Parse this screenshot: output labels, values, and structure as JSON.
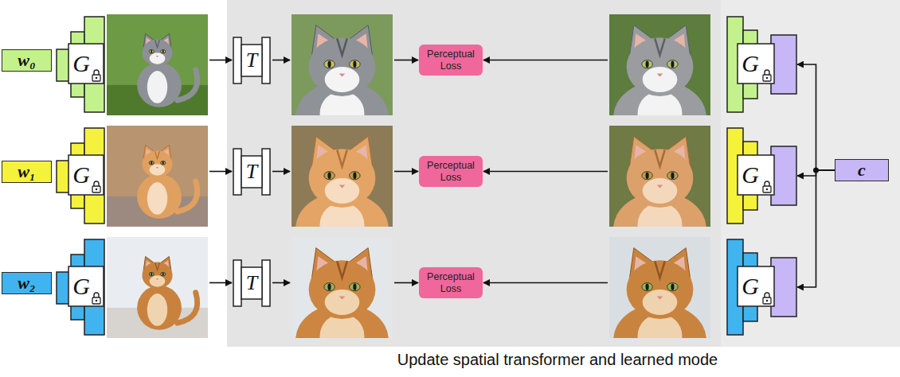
{
  "diagram": {
    "caption": "Update spatial transformer and learned mode",
    "nodes": [
      {
        "text": [
          "w₀"
        ]
      },
      {
        "text": [
          "G"
        ]
      },
      {
        "text": [
          "T"
        ]
      },
      {
        "text": [
          "Perceptual Loss"
        ]
      },
      {
        "text": [
          "G"
        ]
      },
      {
        "text": [
          "w₁"
        ]
      },
      {
        "text": [
          "G"
        ]
      },
      {
        "text": [
          "T"
        ]
      },
      {
        "text": [
          "Perceptual Loss"
        ]
      },
      {
        "text": [
          "G"
        ]
      },
      {
        "text": [
          "w₂"
        ]
      },
      {
        "text": [
          "G"
        ]
      },
      {
        "text": [
          "T"
        ]
      },
      {
        "text": [
          "Perceptual Loss"
        ]
      },
      {
        "text": [
          "G"
        ]
      },
      {
        "text": [
          "c"
        ]
      }
    ],
    "edges": [
      {
        "from": 15,
        "to": 4,
        "arrow": "to"
      },
      {
        "from": 15,
        "to": 9,
        "arrow": "to"
      },
      {
        "from": 15,
        "to": 14,
        "arrow": "to"
      }
    ]
  }
}
